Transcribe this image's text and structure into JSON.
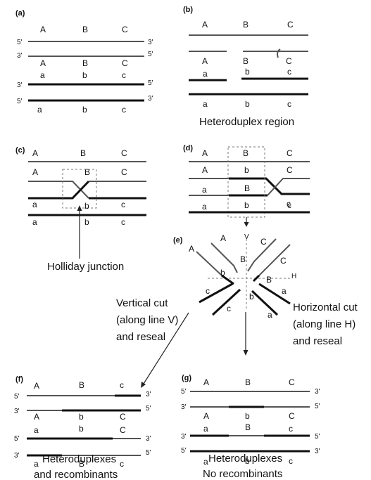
{
  "panels": {
    "a": {
      "tag": "(a)",
      "top_labels": [
        "A",
        "B",
        "C"
      ],
      "mid_labels": [
        "A",
        "B",
        "C"
      ],
      "low_labels": [
        "a",
        "b",
        "c"
      ],
      "bot_labels": [
        "a",
        "b",
        "c"
      ],
      "ends_left": [
        "5'",
        "3'",
        "3'",
        "5'"
      ],
      "ends_right": [
        "3'",
        "5'",
        "5'",
        "3'"
      ]
    },
    "b": {
      "tag": "(b)",
      "top_labels": [
        "A",
        "B",
        "C"
      ],
      "mid_labels": [
        "A",
        "B",
        "C"
      ],
      "low_labels": [
        "a",
        "b",
        "c"
      ],
      "bot_labels": [
        "a",
        "b",
        "c"
      ],
      "caption": "Heteroduplex region"
    },
    "c": {
      "tag": "(c)",
      "top_labels": [
        "A",
        "B",
        "C"
      ],
      "mid_labels": [
        "A",
        "B",
        "C"
      ],
      "low_labels": [
        "a",
        "b",
        "c"
      ],
      "bot_labels": [
        "a",
        "b",
        "c"
      ],
      "caption": "Holliday junction"
    },
    "d": {
      "tag": "(d)",
      "top_labels": [
        "A",
        "B",
        "C"
      ],
      "mid_labels": [
        "A",
        "b",
        "C"
      ],
      "low_labels": [
        "a",
        "B",
        "c"
      ],
      "bot_labels": [
        "a",
        "b",
        "c"
      ]
    },
    "e": {
      "tag": "(e)",
      "labels": [
        "A",
        "A",
        "C",
        "C",
        "B",
        "B",
        "b",
        "b",
        "c",
        "c",
        "a",
        "a"
      ],
      "v_label": "V",
      "h_label": "H"
    },
    "f": {
      "tag": "(f)",
      "row1": [
        "A",
        "B",
        "c"
      ],
      "row2": [
        "A",
        "b",
        "C"
      ],
      "row3": [
        "a",
        "b",
        "C"
      ],
      "row4": [
        "a",
        "B",
        "c"
      ],
      "ends_left": [
        "5'",
        "3'",
        "5'",
        "3'"
      ],
      "ends_right": [
        "3'",
        "5'",
        "3'",
        "5'"
      ],
      "caption_1": "Heteroduplexes",
      "caption_2": "and recombinants"
    },
    "g": {
      "tag": "(g)",
      "row1": [
        "A",
        "B",
        "C"
      ],
      "row2": [
        "A",
        "b",
        "C"
      ],
      "row3": [
        "a",
        "B",
        "c"
      ],
      "row4": [
        "a",
        "b",
        "c"
      ],
      "ends_left": [
        "5'",
        "3'",
        "3'",
        "5'"
      ],
      "ends_right": [
        "3'",
        "5'",
        "5'",
        "3'"
      ],
      "caption_1": "Heteroduplexes",
      "caption_2": "No recombinants"
    }
  },
  "annotations": {
    "vertical_cut": [
      "Vertical cut",
      "(along line V)",
      "and reseal"
    ],
    "horizontal_cut": [
      "Horizontal cut",
      "(along line H)",
      "and reseal"
    ]
  }
}
